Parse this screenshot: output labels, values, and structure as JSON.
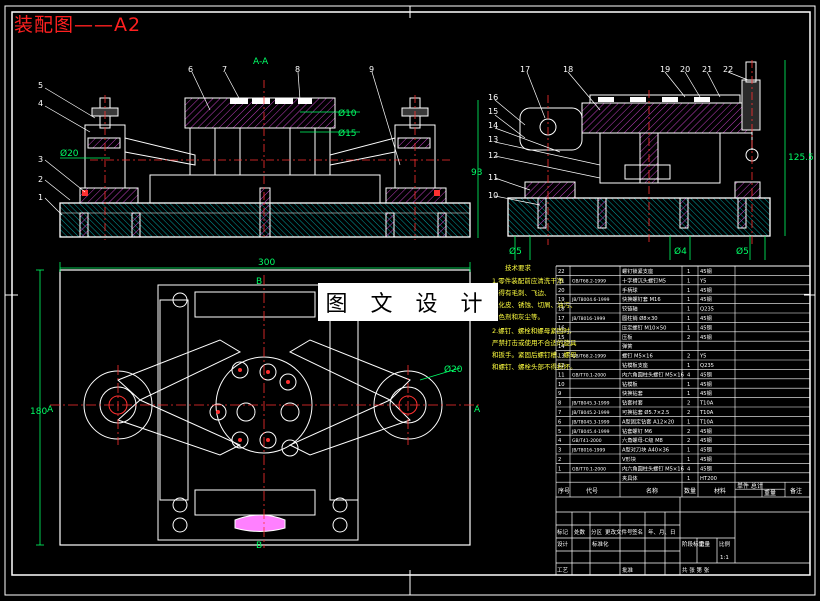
{
  "title": "装配图——A2",
  "watermark": "图 文 设 计",
  "section_label": "A-A",
  "dims": {
    "d10": "Ø10",
    "d15": "Ø15",
    "d20a": "Ø20",
    "d20b": "Ø20",
    "h93": "93",
    "h125": "125.5",
    "w300": "300",
    "h180": "180",
    "d5a": "Ø5",
    "d4": "Ø4",
    "d5b": "Ø5",
    "sec_b_top": "B",
    "sec_b_bot": "B",
    "sec_a_left": "A",
    "sec_a_right": "A"
  },
  "balloons_left": [
    "5",
    "4",
    "3",
    "2",
    "1"
  ],
  "balloons_top": [
    "6",
    "7",
    "8",
    "9"
  ],
  "balloons_right_top": [
    "17",
    "18",
    "19",
    "20",
    "21",
    "22"
  ],
  "balloons_right_side": [
    "16",
    "15",
    "14",
    "13",
    "12",
    "11",
    "10"
  ],
  "notes": {
    "heading": "技术要求",
    "lines": [
      "1.零件装配前应清洗干净",
      "不得有毛刺、飞边、",
      "氧化皮、锈蚀、切屑、油污、",
      "着色剂和灰尘等。",
      "2.螺钉、螺栓和螺母紧固时,",
      "严禁打击或使用不合适的旋具",
      "和扳手。紧固后螺钉槽、螺母",
      "和螺钉、螺栓头部不得损坏。"
    ]
  },
  "bom": {
    "rows": [
      [
        "22",
        "",
        "螺钉锁紧支座",
        "1",
        "45钢"
      ],
      [
        "21",
        "GB/T68.2-1999",
        "十字槽沉头螺钉M5",
        "1",
        "Y5"
      ],
      [
        "20",
        "",
        "手柄球",
        "1",
        "45钢"
      ],
      [
        "19",
        "JB/T8004.6-1999",
        "快换螺钉套 M16",
        "1",
        "45钢"
      ],
      [
        "18",
        "",
        "铰链轴",
        "1",
        "Q235"
      ],
      [
        "17",
        "JB/T8016-1999",
        "圆柱销 Ø8×30",
        "1",
        "45钢"
      ],
      [
        "16",
        "",
        "压定螺钉 M10×50",
        "1",
        "45钢"
      ],
      [
        "15",
        "",
        "压板",
        "2",
        "45钢"
      ],
      [
        "14",
        "",
        "弹簧",
        "",
        ""
      ],
      [
        "13",
        "GB/T68.2-1999",
        "螺钉 M5×16",
        "2",
        "Y5"
      ],
      [
        "12",
        "",
        "钻模板支座",
        "1",
        "Q235"
      ],
      [
        "11",
        "GB/T70.1-2000",
        "内六角圆柱头螺钉 M5×16",
        "4",
        "45钢"
      ],
      [
        "10",
        "",
        "钻模板",
        "1",
        "45钢"
      ],
      [
        "9",
        "",
        "快换钻套",
        "1",
        "45钢"
      ],
      [
        "8",
        "JB/T8045.3-1999",
        "钻套衬套",
        "2",
        "T10A"
      ],
      [
        "7",
        "JB/T8045.2-1999",
        "可换钻套 Ø5.7×2.5",
        "2",
        "T10A"
      ],
      [
        "6",
        "JB/T8045.3-1999",
        "A型固定钻套 A12×20",
        "1",
        "T10A"
      ],
      [
        "5",
        "JB/T8045.4-1999",
        "钻套螺钉 M6",
        "2",
        "45钢"
      ],
      [
        "4",
        "GB/T41-2000",
        "六角螺母-C级 M8",
        "2",
        "45钢"
      ],
      [
        "3",
        "JB/T8016-1999",
        "A型对刀块 A40×36",
        "1",
        "45钢"
      ],
      [
        "2",
        "",
        "V形块",
        "1",
        "45钢"
      ],
      [
        "1",
        "GB/T70.1-2000",
        "内六角圆柱头螺钉 M5×16",
        "4",
        "45钢"
      ],
      [
        "",
        "",
        "夹具体",
        "1",
        "HT200"
      ]
    ],
    "header": [
      "序号",
      "代号",
      "名称",
      "数量",
      "材料",
      "单件 总计",
      "重量",
      "备注"
    ]
  },
  "titleblock": {
    "row1": [
      "标记",
      "处数",
      "分区",
      "更改文件号",
      "签名",
      "年、月、日"
    ],
    "design": "设计",
    "standard": "标准化",
    "stage": "阶段标记",
    "weight": "重量",
    "scale": "比例",
    "scale_val": "1:1",
    "craft": "工艺",
    "approve": "批准",
    "sheets": "共   张   第   张"
  },
  "colors": {
    "bg": "#000000",
    "frame": "#ffffff",
    "part": "#ffffff",
    "center": "#ff3030",
    "dim": "#00ff66",
    "hatch": "#ff40ff",
    "balloon": "#ffffff",
    "bolt": "#ff3030",
    "yellow": "#ffff40",
    "accent": "#ff2020"
  }
}
